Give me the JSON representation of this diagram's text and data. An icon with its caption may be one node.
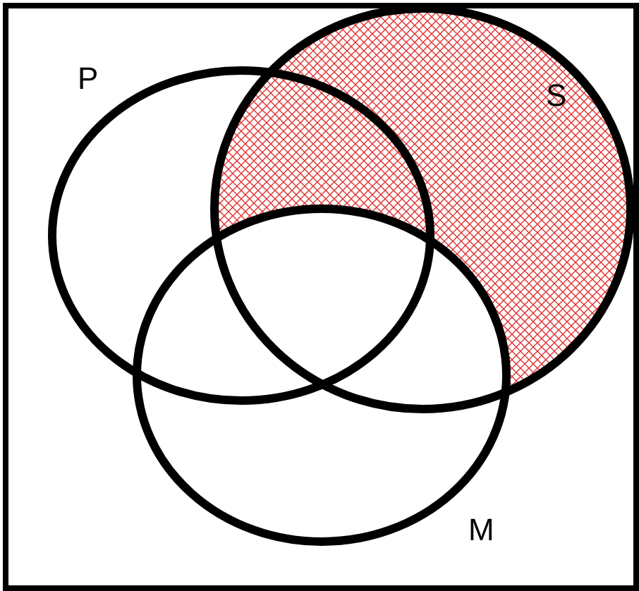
{
  "diagram": {
    "nodes": [
      {
        "text": [
          "P"
        ]
      },
      {
        "text": [
          "S"
        ]
      },
      {
        "text": [
          "M"
        ]
      }
    ]
  }
}
